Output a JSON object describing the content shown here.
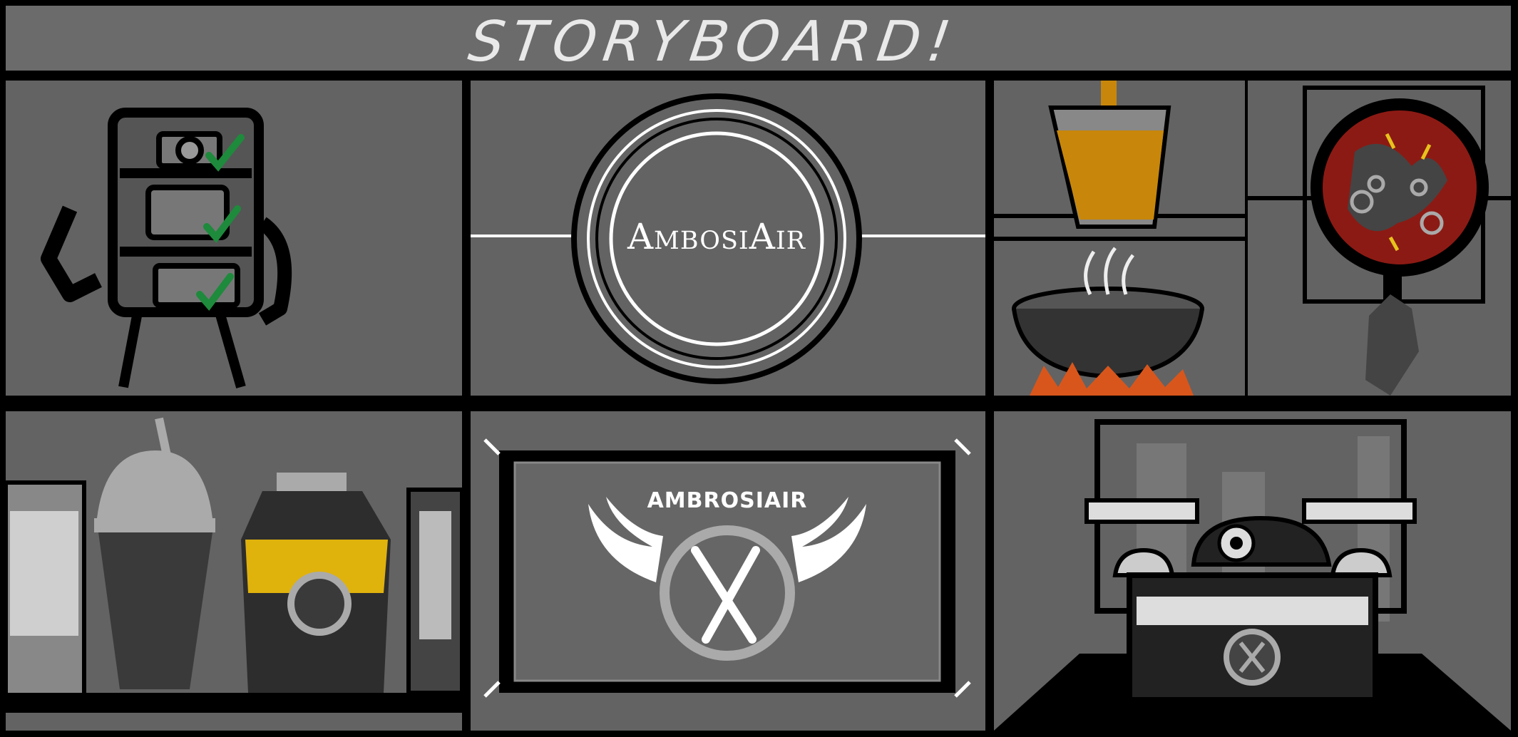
{
  "title": "STORYBOARD!",
  "panels": {
    "logo_round": {
      "text": "AmbosiAir"
    },
    "logo_winged": {
      "text": "AMBROSIAIR"
    }
  },
  "colors": {
    "background": "#000000",
    "panel_gray": "#636363",
    "check_green": "#1e8a3c",
    "juice_orange": "#c8870a",
    "flame_orange": "#d8561c",
    "can_yellow": "#e0b20c",
    "sauce_red": "#8c1a14"
  },
  "icons": [
    "robot-arm-icon",
    "camera-icon",
    "check-icon",
    "pour-glass-icon",
    "pot-icon",
    "flame-icon",
    "pan-icon",
    "hand-icon",
    "cup-icon",
    "can-icon",
    "wings-icon",
    "fork-knife-icon",
    "robot-icon"
  ]
}
